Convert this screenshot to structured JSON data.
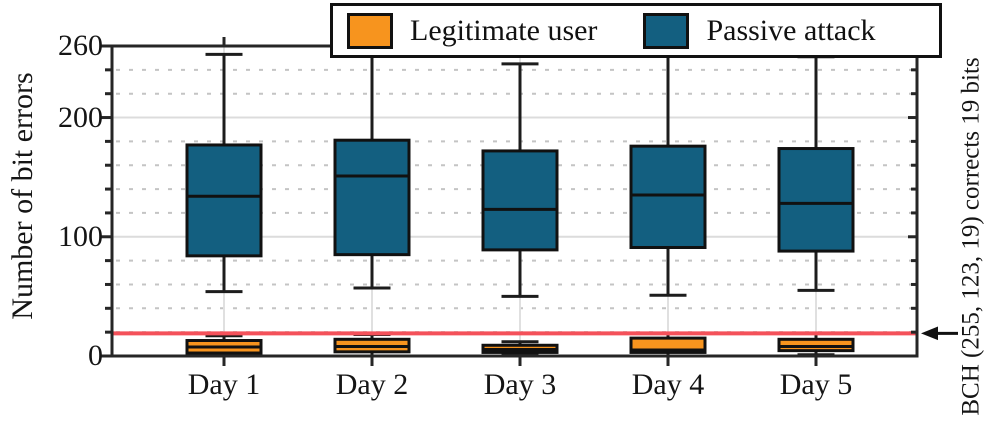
{
  "legend": {
    "items": [
      {
        "label": "Legitimate user",
        "color": "#f7941e"
      },
      {
        "label": "Passive attack",
        "color": "#135f80"
      }
    ]
  },
  "chart_data": {
    "type": "boxplot",
    "title": "",
    "ylabel": "Number of bit errors",
    "xlabel": "",
    "categories": [
      "Day 1",
      "Day 2",
      "Day 3",
      "Day 4",
      "Day 5"
    ],
    "ylim": [
      0,
      260
    ],
    "y_major_ticks": [
      0,
      100,
      200,
      260
    ],
    "y_minor_step": 20,
    "grid": {
      "major": "solid",
      "minor": "dotted",
      "vertical_day_lines": true
    },
    "legend_position": "top",
    "series": [
      {
        "name": "Passive attack",
        "color": "#135f80",
        "boxes": [
          {
            "low": 54,
            "q1": 84,
            "median": 134,
            "q3": 177,
            "high": 253
          },
          {
            "low": 57,
            "q1": 85,
            "median": 151,
            "q3": 181,
            "high": 252
          },
          {
            "low": 50,
            "q1": 89,
            "median": 123,
            "q3": 172,
            "high": 245
          },
          {
            "low": 51,
            "q1": 91,
            "median": 135,
            "q3": 176,
            "high": 252
          },
          {
            "low": 55,
            "q1": 88,
            "median": 128,
            "q3": 174,
            "high": 251
          }
        ]
      },
      {
        "name": "Legitimate user",
        "color": "#f7941e",
        "boxes": [
          {
            "low": 0,
            "q1": 2.5,
            "median": 7.5,
            "q3": 13,
            "high": 17
          },
          {
            "low": 0,
            "q1": 3.5,
            "median": 8,
            "q3": 14,
            "high": 18
          },
          {
            "low": 1,
            "q1": 3,
            "median": 5.5,
            "q3": 9,
            "high": 12
          },
          {
            "low": 0,
            "q1": 3,
            "median": 5,
            "q3": 15,
            "high": 19
          },
          {
            "low": 1,
            "q1": 4.5,
            "median": 8,
            "q3": 14,
            "high": 19
          }
        ]
      }
    ],
    "threshold": {
      "value": 19,
      "color": "#f4515a",
      "label": "BCH (255, 123, 19) corrects 19 bits",
      "arrow": "left-pointing at right edge"
    }
  }
}
